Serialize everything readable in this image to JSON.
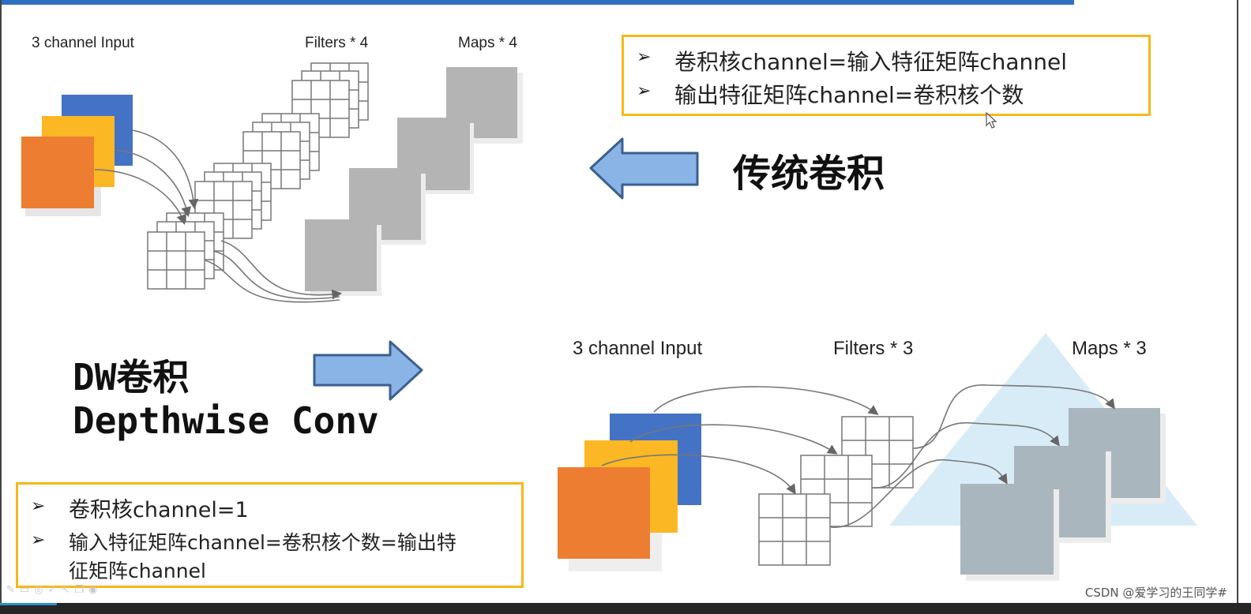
{
  "top": {
    "labels": {
      "input": "3 channel Input",
      "filters": "Filters * 4",
      "maps": "Maps * 4"
    },
    "box": {
      "lines": [
        "卷积核channel=输入特征矩阵channel",
        "输出特征矩阵channel=卷积核个数"
      ],
      "bullet": "➢"
    },
    "title": "传统卷积"
  },
  "bottom": {
    "title_line1": "DW卷积",
    "title_line2": "Depthwise Conv",
    "labels": {
      "input": "3 channel Input",
      "filters": "Filters * 3",
      "maps": "Maps * 3"
    },
    "box": {
      "line1": "卷积核channel=1",
      "line2a": "输入特征矩阵channel=卷积核个数=输出特",
      "line2b": "征矩阵channel",
      "bullet": "➢"
    }
  },
  "watermark": "CSDN @爱学习的王同学#",
  "toolbar_icons": [
    "pen-icon",
    "image-icon",
    "circle-icon",
    "check-icon",
    "pointer-icon",
    "copy-icon",
    "eye-icon"
  ],
  "colors": {
    "blue": "#4472c4",
    "yellow": "#fbb724",
    "orange": "#ed7d31",
    "gray": "#b4b4b4",
    "box_border": "#f5b81b",
    "arrow": "#7eaee2"
  }
}
